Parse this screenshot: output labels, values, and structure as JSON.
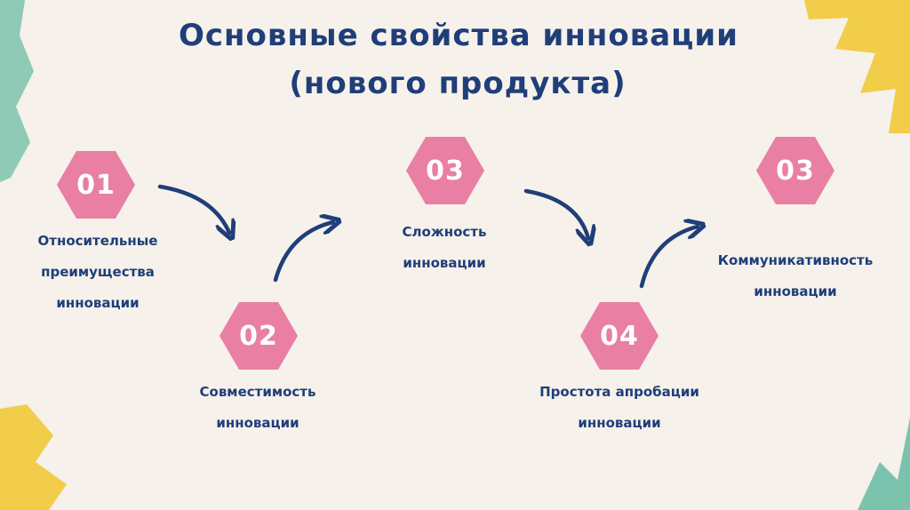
{
  "title": {
    "line1": "Основные свойства инновации",
    "line2": "(нового продукта)"
  },
  "steps": [
    {
      "number": "01",
      "label_line1": "Относительные",
      "label_line2": "преимущества",
      "label_line3": "инновации"
    },
    {
      "number": "02",
      "label_line1": "Совместимость",
      "label_line2": "инновации"
    },
    {
      "number": "03",
      "label_line1": "Сложность",
      "label_line2": "инновации"
    },
    {
      "number": "04",
      "label_line1": "Простота апробации",
      "label_line2": "инновации"
    },
    {
      "number": "03",
      "label_line1": "Коммуникативность",
      "label_line2": "инновации"
    }
  ],
  "colors": {
    "background": "#f6f1ea",
    "hexagon": "#e97fa3",
    "text": "#1f3e7a",
    "arrow": "#1f3e7a",
    "deco_teal": "#7cc3ad",
    "deco_yellow": "#f2cd4a"
  }
}
